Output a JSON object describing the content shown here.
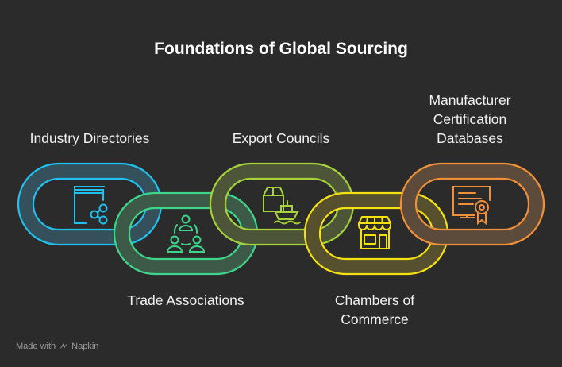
{
  "title": "Foundations of Global Sourcing",
  "links": [
    {
      "label": "Industry Directories",
      "icon": "book-share-icon",
      "color": "#1ec1f0",
      "band": "#35505b"
    },
    {
      "label": "Trade Associations",
      "icon": "people-network-icon",
      "color": "#3ed68a",
      "band": "#3d5a48"
    },
    {
      "label": "Export Councils",
      "icon": "box-ship-icon",
      "color": "#a6d23a",
      "band": "#4c5538"
    },
    {
      "label_lines": [
        "Chambers of",
        "Commerce"
      ],
      "icon": "storefront-icon",
      "color": "#f5e10f",
      "band": "#56502e"
    },
    {
      "label_lines": [
        "Manufacturer",
        "Certification",
        "Databases"
      ],
      "icon": "certificate-icon",
      "color": "#f0913a",
      "band": "#5c4a3a"
    }
  ],
  "footer": {
    "text": "Made with",
    "brand": "Napkin"
  }
}
